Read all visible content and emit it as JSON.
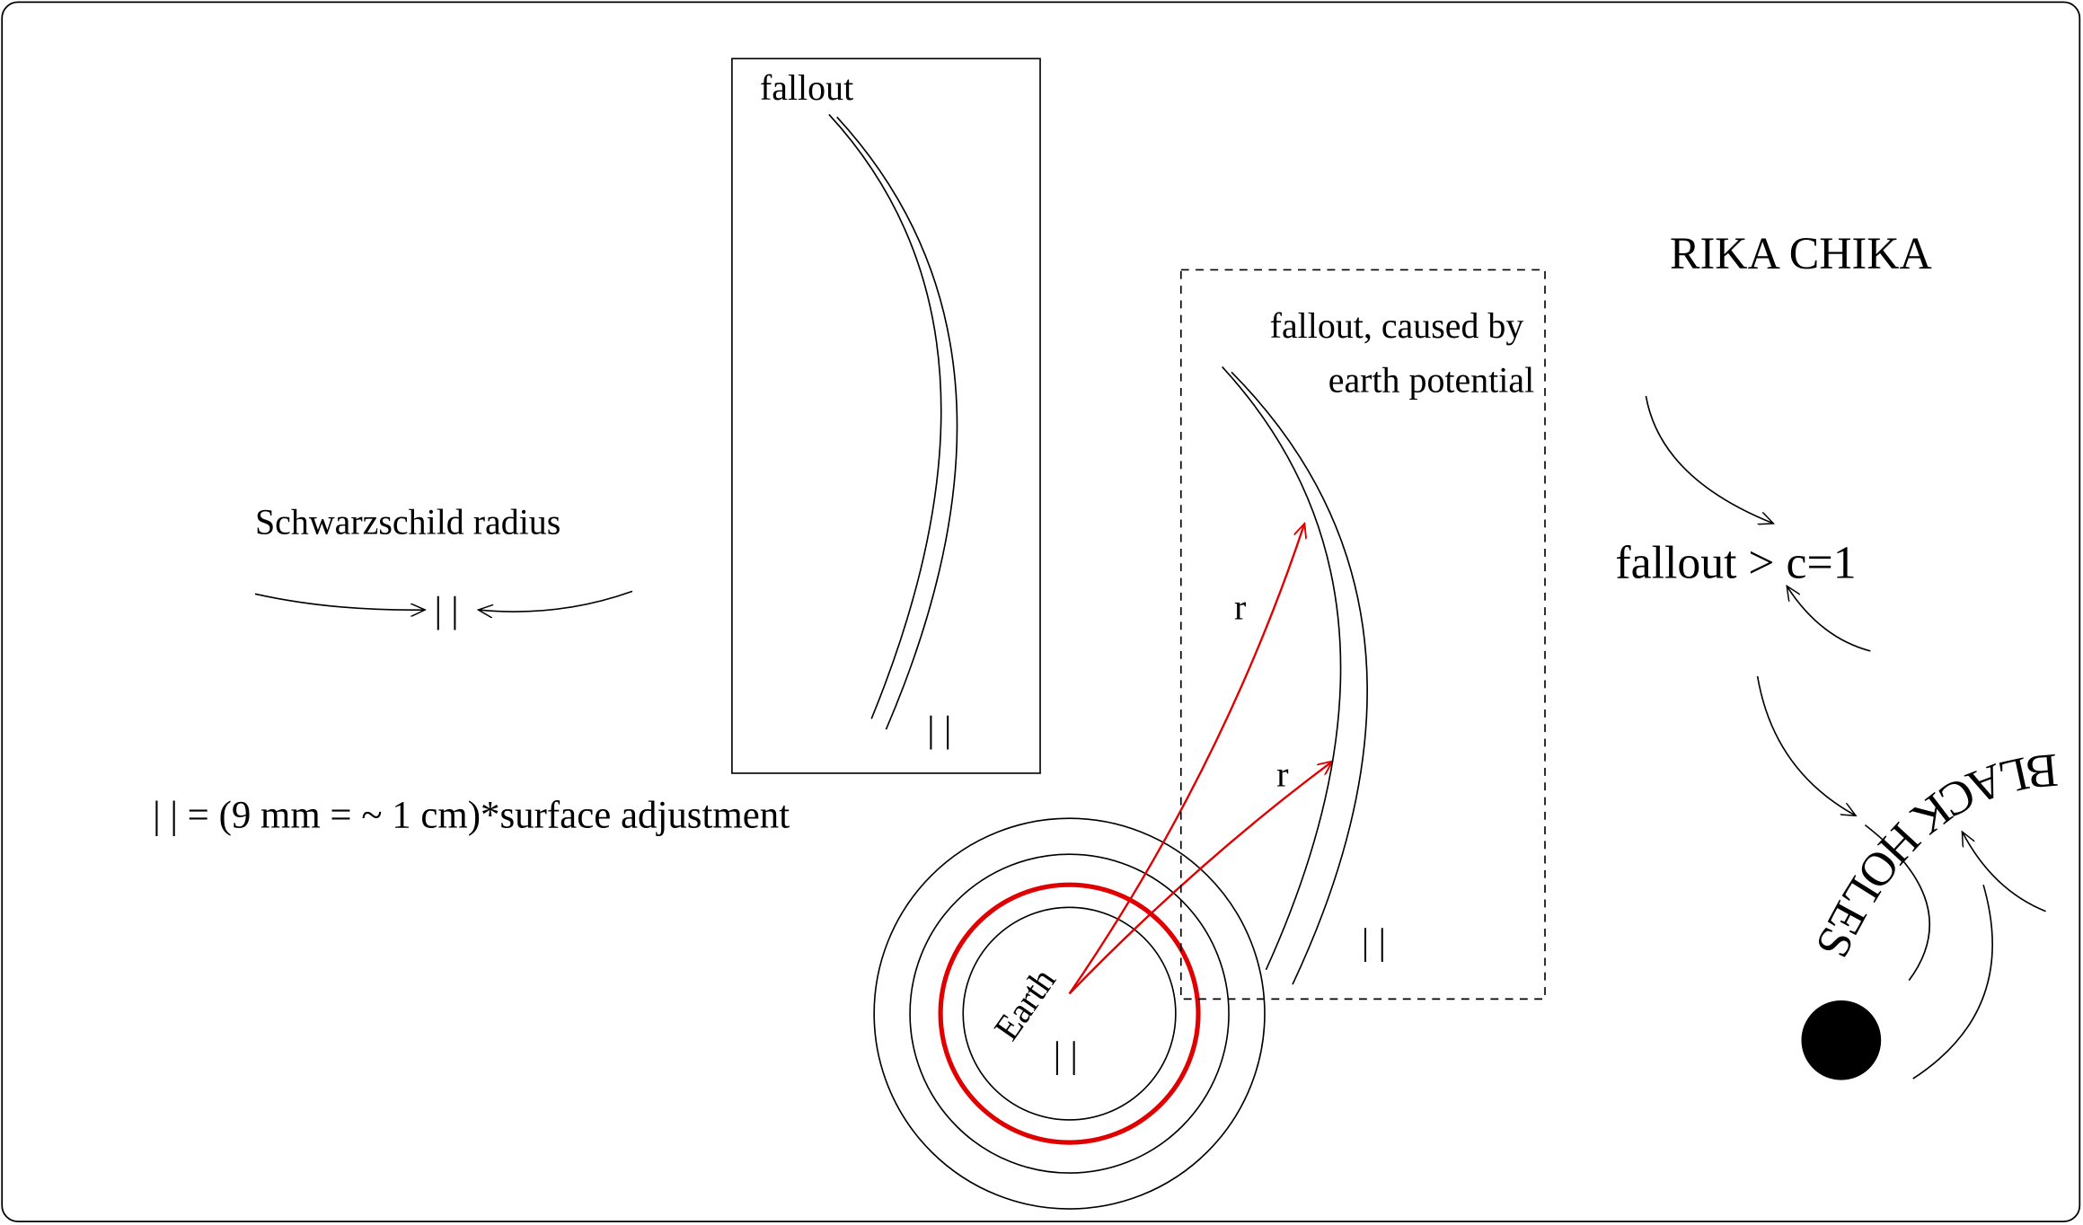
{
  "labels": {
    "fallout_box_title": "fallout",
    "schwarzschild": "Schwarzschild radius",
    "bars": "| |",
    "legend": "| | = (9 mm = ~ 1 cm)*surface adjustment",
    "earth_fallout_line1": "fallout, caused by",
    "earth_fallout_line2": "earth potential",
    "radius": "r",
    "earth": "Earth",
    "rika_chika": "RIKA CHIKA",
    "fallout_c": "fallout > c=1",
    "black_holes": "BLACK HOLES"
  },
  "colors": {
    "highlight": "#e00000",
    "ink": "#000000"
  }
}
